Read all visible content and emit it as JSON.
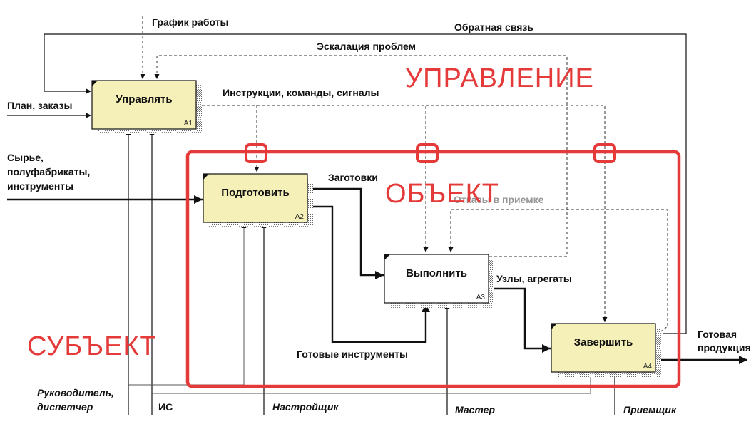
{
  "colors": {
    "accent": "#e53a3a",
    "box_fill": "#f5f0b8",
    "box_fill_plain": "#ffffff"
  },
  "overlays": {
    "control": "УПРАВЛЕНИЕ",
    "object": "ОБЪЕКТ",
    "subject": "СУБЪЕКТ"
  },
  "boxes": {
    "manage": {
      "title": "Управлять",
      "num": "A1"
    },
    "prepare": {
      "title": "Подготовить",
      "num": "A2"
    },
    "execute": {
      "title": "Выполнить",
      "num": "A3"
    },
    "finish": {
      "title": "Завершить",
      "num": "A4"
    }
  },
  "labels": {
    "schedule": "График работы",
    "feedback": "Обратная связь",
    "escalation": "Эскалация проблем",
    "instructions": "Инструкции, команды, сигналы",
    "plan": "План, заказы",
    "raw_1": "Сырье,",
    "raw_2": "полуфабрикаты,",
    "raw_3": "инструменты",
    "blanks": "Заготовки",
    "rejects": "Отказы в приемке",
    "units": "Узлы, агрегаты",
    "tools_ready": "Готовые инструменты",
    "output_1": "Готовая",
    "output_2": "продукция",
    "manager_1": "Руководитель,",
    "manager_2": "диспетчер",
    "is": "ИС",
    "setter": "Настройщик",
    "master": "Мастер",
    "inspector": "Приемщик"
  }
}
